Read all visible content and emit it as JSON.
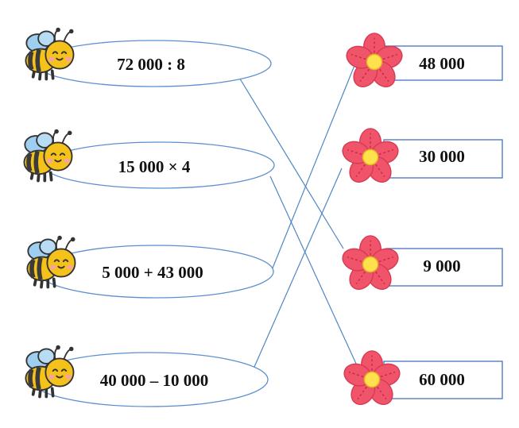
{
  "colors": {
    "line": "#4f86c6",
    "box_stroke": "#4472c4",
    "petal": "#f0546a",
    "petal_vein": "#c8293f",
    "flower_center": "#ffe04d",
    "bee_body": "#f4c21a",
    "bee_stripe": "#3b3b3b",
    "bee_wing": "#9ecff0",
    "bee_cheek": "#f7a1a8"
  },
  "left_items": [
    {
      "expression": "72 000 : 8",
      "icon": "bee-icon"
    },
    {
      "expression": "15 000 × 4",
      "icon": "bee-icon"
    },
    {
      "expression": "5 000 + 43 000",
      "icon": "bee-icon"
    },
    {
      "expression": "40 000 – 10 000",
      "icon": "bee-icon"
    }
  ],
  "right_items": [
    {
      "value": "48 000",
      "icon": "flower-icon"
    },
    {
      "value": "30 000",
      "icon": "flower-icon"
    },
    {
      "value": "9 000",
      "icon": "flower-icon"
    },
    {
      "value": "60 000",
      "icon": "flower-icon"
    }
  ],
  "connections": [
    {
      "from": 0,
      "to": 2
    },
    {
      "from": 1,
      "to": 3
    },
    {
      "from": 2,
      "to": 0
    },
    {
      "from": 3,
      "to": 1
    }
  ]
}
